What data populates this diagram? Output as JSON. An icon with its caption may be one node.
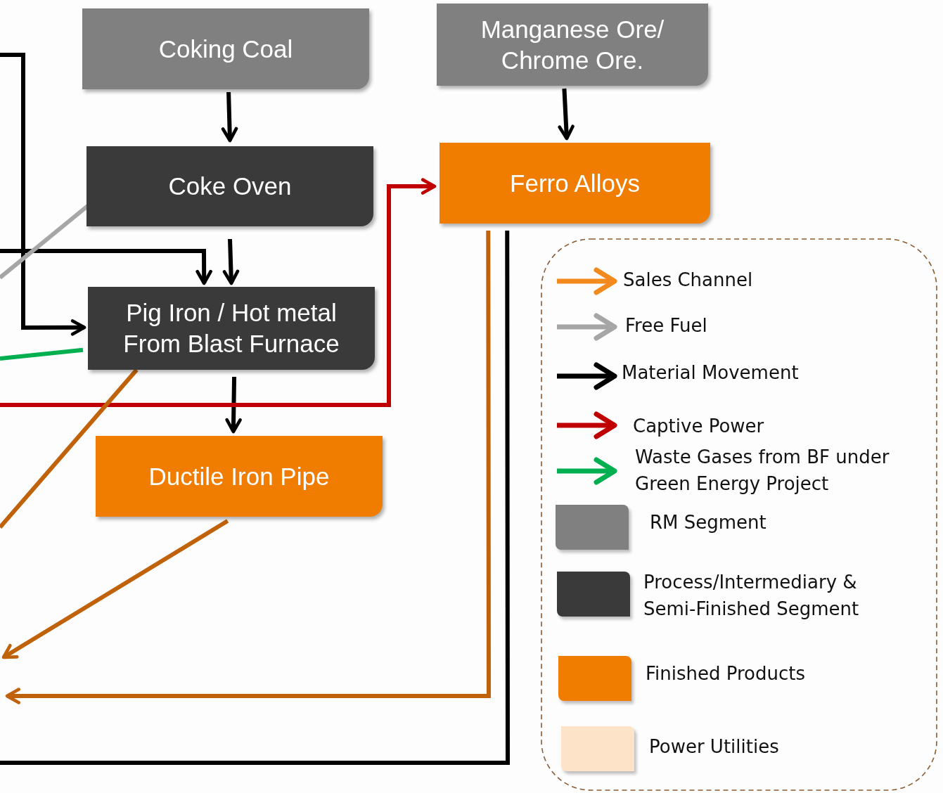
{
  "diagram": {
    "nodes": [
      {
        "text": [
          "Coking Coal"
        ]
      },
      {
        "text": [
          "Manganese Ore/ Chrome Ore."
        ]
      },
      {
        "text": [
          "Coke Oven"
        ]
      },
      {
        "text": [
          "Ferro Alloys"
        ]
      },
      {
        "text": [
          "Pig Iron / Hot metal From Blast Furnace"
        ]
      },
      {
        "text": [
          "Ductile Iron Pipe"
        ]
      }
    ],
    "edges": [
      {
        "from": 0,
        "to": 2,
        "arrow": "to"
      },
      {
        "from": 1,
        "to": 3,
        "arrow": "to"
      },
      {
        "from": 2,
        "to": 4,
        "arrow": "to"
      },
      {
        "from": null,
        "to": 4,
        "arrow": "to"
      },
      {
        "from": null,
        "to": 4,
        "arrow": "to"
      },
      {
        "from": 2,
        "to": null,
        "arrow": "none",
        "color": "#a6a6a6"
      },
      {
        "from": 4,
        "to": null,
        "arrow": "none",
        "color": "#00b050"
      },
      {
        "from": 4,
        "to": 5,
        "arrow": "to"
      },
      {
        "from": null,
        "to": 3,
        "arrow": "to",
        "color": "#c00000"
      },
      {
        "from": 4,
        "to": null,
        "arrow": "none",
        "color": "#c0620a"
      },
      {
        "from": 5,
        "to": null,
        "arrow": "to",
        "color": "#c0620a"
      },
      {
        "from": 3,
        "to": null,
        "arrow": "to",
        "color": "#c0620a"
      },
      {
        "from": 3,
        "to": null,
        "arrow": "none"
      }
    ],
    "legend": [
      {
        "text": "Sales Channel"
      },
      {
        "text": "Free Fuel"
      },
      {
        "text": "Material Movement"
      },
      {
        "text": "Captive Power"
      },
      {
        "text": "Waste Gases from BF under Green Energy Project"
      },
      {
        "text": "RM Segment",
        "color": "#808080"
      },
      {
        "text": "Process/Intermediary & Semi-Finished Segment",
        "color": "#3a3a3a"
      },
      {
        "text": "Finished Products",
        "color": "#f07c00"
      },
      {
        "text": "Power Utilities",
        "color": "#fde3c8"
      }
    ]
  }
}
